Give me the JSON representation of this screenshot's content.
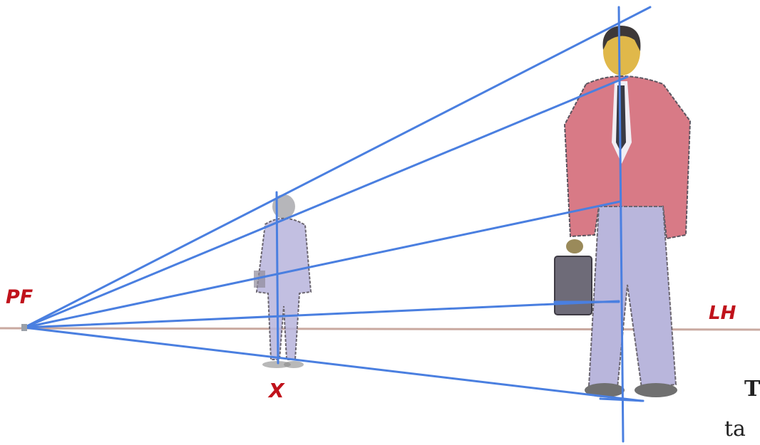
{
  "labels": {
    "vanishing_point": "PF",
    "horizon_line": "LH",
    "near_figure_mark": "X"
  },
  "cut_off_text": {
    "line1": "T",
    "line2": "ta"
  },
  "colors": {
    "construction_lines": "#4a7fe0",
    "horizon": "#c9a9a0",
    "labels": "#c0121b",
    "suit_jacket": "#d87a86",
    "suit_trousers": "#b9b6dc",
    "sketch_outline": "#5b5560"
  },
  "icons": {
    "small_figure": "walking-man-sketch",
    "large_figure": "walking-man-sketch"
  }
}
